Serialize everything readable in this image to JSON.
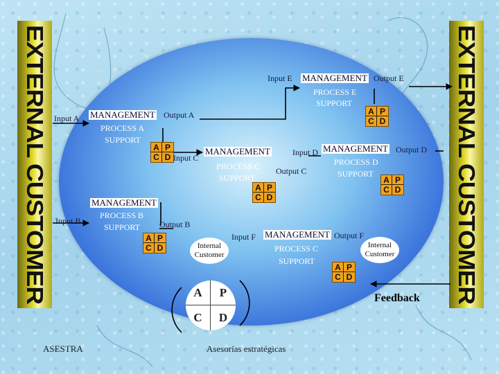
{
  "sidebars": {
    "left": "EXTERNAL CUSTOMER",
    "right": "EXTERNAL CUSTOMER"
  },
  "apcd": {
    "a": "A",
    "p": "P",
    "c": "C",
    "d": "D"
  },
  "processes": {
    "A": {
      "input": "Input A",
      "management": "MANAGEMENT",
      "output": "Output A",
      "process": "PROCESS A",
      "support": "SUPPORT"
    },
    "B": {
      "input": "Input B",
      "management": "MANAGEMENT",
      "output": "Output B",
      "process": "PROCESS B",
      "support": "SUPPORT"
    },
    "C": {
      "input": "Input C",
      "management": "MANAGEMENT",
      "output": "Output C",
      "process": "PROCESS C",
      "support": "SUPPORT"
    },
    "D": {
      "input": "Input D",
      "management": "MANAGEMENT",
      "output": "Output D",
      "process": "PROCESS D",
      "support": "SUPPORT"
    },
    "E": {
      "input": "Input E",
      "management": "MANAGEMENT",
      "output": "Output E",
      "process": "PROCESS E",
      "support": "SUPPORT"
    },
    "F": {
      "input": "Input F",
      "management": "MANAGEMENT",
      "output": "Output F",
      "process": "PROCESS C",
      "support": "SUPPORT"
    }
  },
  "internal_customer": {
    "line1": "Internal",
    "line2": "Customer"
  },
  "pdca": {
    "a": "A",
    "p": "P",
    "c": "C",
    "d": "D"
  },
  "feedback": "Feedback",
  "footer": {
    "left": "ASESTRA",
    "center": "Asesorías estratégicas"
  },
  "colors": {
    "sidebar": "#e2dc2a",
    "apcd_box": "#f2a21a",
    "ellipse": "#2f66d8",
    "background": "#a9d8ee"
  }
}
